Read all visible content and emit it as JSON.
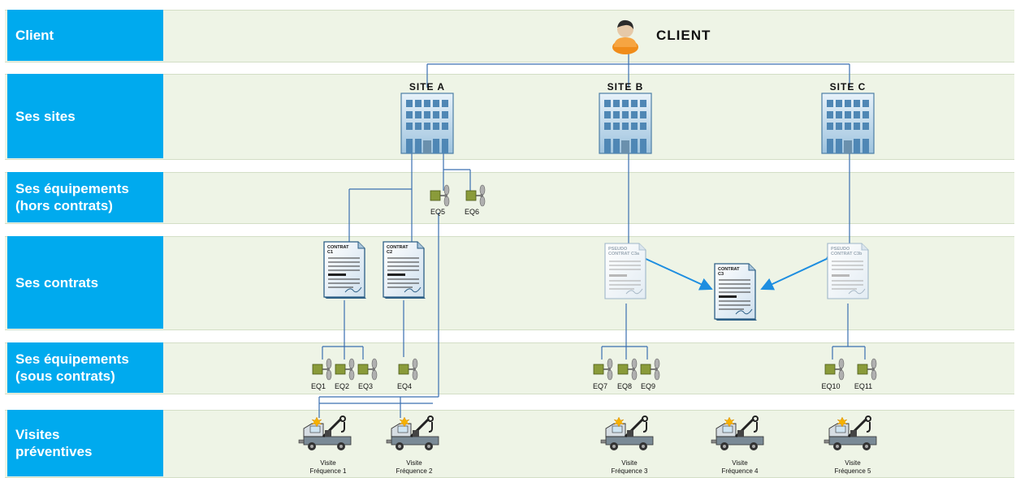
{
  "lanes": {
    "client": "Client",
    "sites": "Ses sites",
    "equip_hors_1": "Ses équipements",
    "equip_hors_2": "(hors contrats)",
    "contrats": "Ses contrats",
    "equip_sous_1": "Ses équipements",
    "equip_sous_2": "(sous contrats)",
    "visites_1": "Visites",
    "visites_2": "préventives"
  },
  "client": {
    "title": "CLIENT",
    "icon": "person-icon"
  },
  "sites": [
    {
      "id": "A",
      "label": "SITE A"
    },
    {
      "id": "B",
      "label": "SITE B"
    },
    {
      "id": "C",
      "label": "SITE C"
    }
  ],
  "equipments_hors": [
    "EQ5",
    "EQ6"
  ],
  "contracts": [
    {
      "id": "C1",
      "line1": "CONTRAT",
      "line2": "C1"
    },
    {
      "id": "C2",
      "line1": "CONTRAT",
      "line2": "C2"
    },
    {
      "id": "C3A",
      "line1": "PSEUDO",
      "line2": "CONTRAT C3a"
    },
    {
      "id": "C3",
      "line1": "CONTRAT",
      "line2": "C3"
    },
    {
      "id": "C3B",
      "line1": "PSEUDO",
      "line2": "CONTRAT C3b"
    }
  ],
  "equipments_sous": [
    "EQ1",
    "EQ2",
    "EQ3",
    "EQ4",
    "EQ7",
    "EQ8",
    "EQ9",
    "EQ10",
    "EQ11"
  ],
  "visits": [
    {
      "line1": "Visite",
      "line2": "Fréquence 1"
    },
    {
      "line1": "Visite",
      "line2": "Fréquence 2"
    },
    {
      "line1": "Visite",
      "line2": "Fréquence 3"
    },
    {
      "line1": "Visite",
      "line2": "Fréquence 4"
    },
    {
      "line1": "Visite",
      "line2": "Fréquence 5"
    }
  ],
  "colors": {
    "lane_label_bg": "#00aaee",
    "band_bg": "#eef4e6",
    "connector": "#3a6fb0",
    "arrow": "#1e8ee0"
  }
}
